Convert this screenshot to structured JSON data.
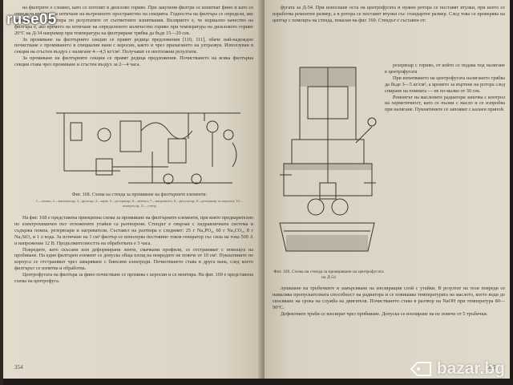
{
  "site_logo": "ruse05",
  "watermark": {
    "text": "bazar.bg",
    "icon": "price-tag-icon"
  },
  "left_page": {
    "number": "354",
    "paragraphs": [
      "на филтрите е сложно, като се потопят в дизелово гориво. При закупени филтри се изпитват фино и като се определя времето за изтичане на вътрешното пространство на секцията. Годността на филтъра се определя, ако филтърът се ориентира по резултатите от съответните изпитвания. Възприето е, че нормално качество на филтъра е, ако времето на изтичане на определеното количество гориво при температура на дизеловото гориво 20°С на Д-34 например при температура на филтриране трябва да бъде 15—20 сек.",
      "За промиване на филтърните секции се правят редица предложения [110, 111], обаче най-надеждно почистване е промиването в специални вани с керосин, както и чрез прилагането на ултразвук. Използуван в секция на сгъстен въздух с налягане 4—4,5 кг/см². Получават се неотложни резултати.",
      "За промиване на филтърните секции се правят редица предложения. Почистването на всяка филтърна секция става чрез промиване и сгъстен въздух за 2—4 часа."
    ],
    "figure_caption": "Фиг. 168. Схема на стенда за промиване на филтърните елементи:",
    "figure_legend": "1—помпа; 2—манометър; 3—филтър; 4—кран; 5—резервоар; 6—вентил; 7—нагревател; 8—регулатор; 9—резервоар за керосин; 10—компресор; 11—стенд",
    "body_paragraphs": [
      "На фиг. 168 е представена принципна схема за промиване на филтърните елементи, при която предварително по електрохимичен път отложените утайки са разтворени. Стендът е свързан с хидравличната система и съдържа помпа, резервоари и нагреватели. Съставът на разтвора е следният: 25 г Na₃PO₄, 60 г Na₂CO₃, 8 г Na₂SiO₃ и 1 л вода. За изтичане на 1 см² филтър се използува постоянно токов генератор със сила на тока 500 А и напрежение 12 В. Продължителността на обработката е 3 часа.",
      "Повредите, като скъсани или деформирани ленти, смачкани профили, се отстраняват с помощта на пробиване. На един филтърен елемент се допуска обща площ на повредите не повече от 10 см². Пукнатините по корпуса се отстраняват чрез заваряване с бинелни електроди. Почистването става в друга вана, след което филтърът се изпитва и обработва.",
      "Центрофугата на филтъра за фино почистване се промива с керосин и се монтира. На фиг. 169 е представена схема на центрофуга."
    ]
  },
  "right_page": {
    "number": "355",
    "top_paragraph": "фугата за Д-54. При износване оста на центрофугата и нужно ротора се поставят втулки, при което се изработва ремонтен размер, а в ротора се поставят втулки със стандартен размер. След това се проверява на център с помощта на стенда, показан на фиг. 169. Стендът е съставен от:",
    "side_paragraphs": [
      "резервоар с гориво, от който се подава под налягане в центрофугата",
      "При изпитването на центрофугата налягането трябва да бъде 3—5 кг/см², а времето за въртене на ротора след спиране на помпата — не по-малко от 30 сек.",
      "Ремонтът на маслените радиатори започва с контрол на херметичност, като се пълни с масло и се изпробва при налягане. Пукнатините се запояват с калаен припой."
    ],
    "figure_caption": "Фиг. 169. Схема на стенда за проверяване на центрофугата на Д-54",
    "bottom_paragraphs": [
      "лушкване на тръбичките и замърсяване на изолиращия слой с утайки. В резултат на тези повреди се намалява пропускателната способност на радиатора и се повишава температурата на маслото, което води до скъсяване на срока на служба на двигателя. Почистването става в разтвор на NaOH при температура 80—90°С.",
      "Дефектните тръби се изолират чрез пробиване. Допуска се изолиране на не повече от 5 тръбички."
    ]
  }
}
